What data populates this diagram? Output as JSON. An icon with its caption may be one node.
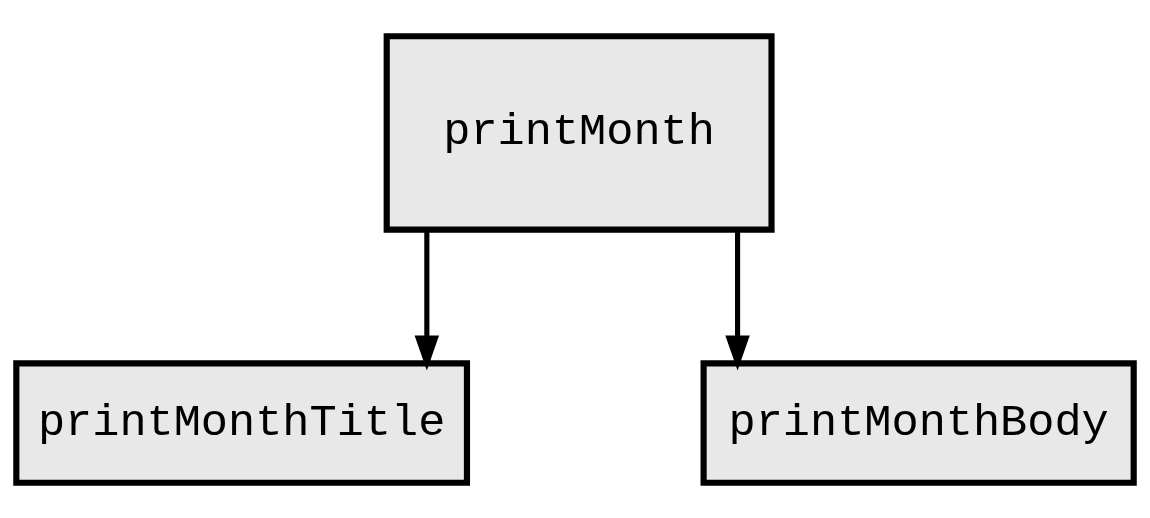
{
  "diagram": {
    "nodes": [
      {
        "text": [
          "printMonth"
        ]
      },
      {
        "text": [
          "printMonthTitle"
        ]
      },
      {
        "text": [
          "printMonthBody"
        ]
      }
    ],
    "edges": [
      {
        "from": 0,
        "to": 1,
        "arrow": "to"
      },
      {
        "from": 0,
        "to": 2,
        "arrow": "to"
      }
    ]
  }
}
